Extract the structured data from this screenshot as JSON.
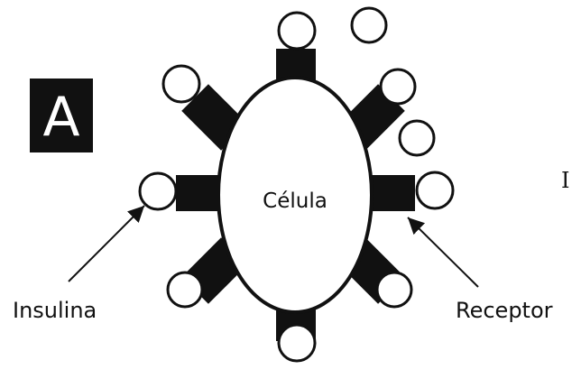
{
  "panel": {
    "letter": "A"
  },
  "cell": {
    "label": "Célula"
  },
  "labels": {
    "insulin": "Insulina",
    "receptor": "Receptor",
    "edge_fragment": "I"
  },
  "colors": {
    "ink": "#111111",
    "paper": "#ffffff"
  }
}
